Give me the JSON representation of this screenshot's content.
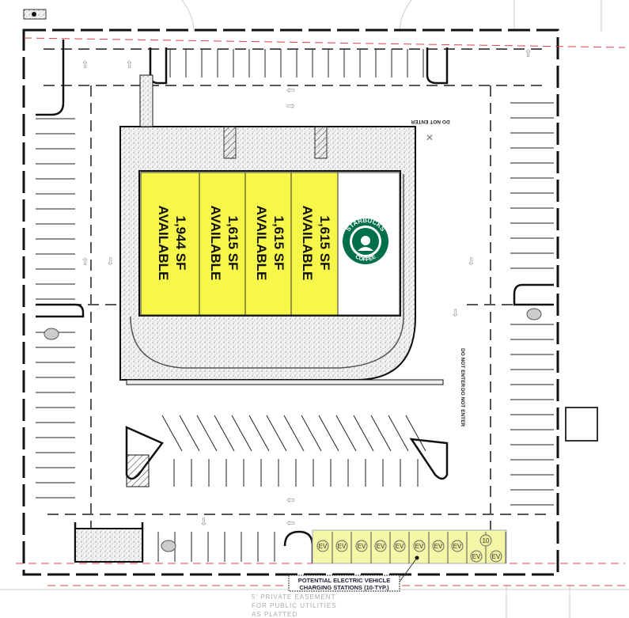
{
  "title": "Retail Site Plan",
  "tenants": [
    {
      "size": "1,944 SF",
      "status": "AVAILABLE"
    },
    {
      "size": "1,615 SF",
      "status": "AVAILABLE"
    },
    {
      "size": "1,615 SF",
      "status": "AVAILABLE"
    },
    {
      "size": "1,615 SF",
      "status": "AVAILABLE"
    }
  ],
  "anchor": {
    "name": "STARBUCKS",
    "sub": "COFFEE"
  },
  "ev": {
    "stall_label": "EV",
    "count_label": "10",
    "note_line1": "POTENTIAL ELECTRIC VEHICLE",
    "note_line2": "CHARGING STATIONS (10-TYP.)"
  },
  "signage": {
    "do_not_enter": "DO NOT ENTER"
  },
  "easement": {
    "line1": "5' PRIVATE EASEMENT",
    "line2": "FOR PUBLIC UTILITIES",
    "line3": "AS PLATTED"
  },
  "colors": {
    "available": "#f7f74a",
    "ev_zone": "#f4f7a8",
    "starbucks": "#00704a"
  }
}
